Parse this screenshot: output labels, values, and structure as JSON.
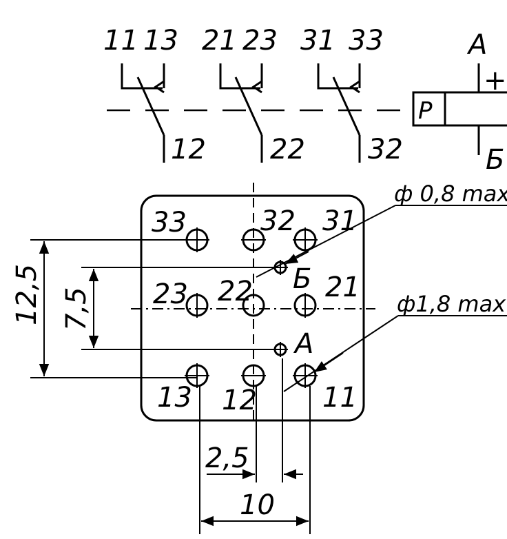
{
  "schematic": {
    "contacts": [
      {
        "top_left": "11",
        "top_right": "13",
        "bottom": "12"
      },
      {
        "top_left": "21",
        "top_right": "23",
        "bottom": "22"
      },
      {
        "top_left": "31",
        "top_right": "33",
        "bottom": "32"
      }
    ],
    "coil_label": "P",
    "terminal_top": "A",
    "terminal_bottom": "Б",
    "plus_sign": "+"
  },
  "pinout": {
    "pins": {
      "p33": "33",
      "p32": "32",
      "p31": "31",
      "p23": "23",
      "p22": "22",
      "p21": "21",
      "p13": "13",
      "p12": "12",
      "p11": "11",
      "pB": "Б",
      "pA": "A"
    },
    "callouts": {
      "small_hole": "ф 0,8 max",
      "large_hole": "ф1,8 max"
    },
    "dimensions": {
      "outer_vertical": "12,5",
      "inner_vertical": "7,5",
      "horizontal_small": "2,5",
      "horizontal_large": "10"
    }
  }
}
